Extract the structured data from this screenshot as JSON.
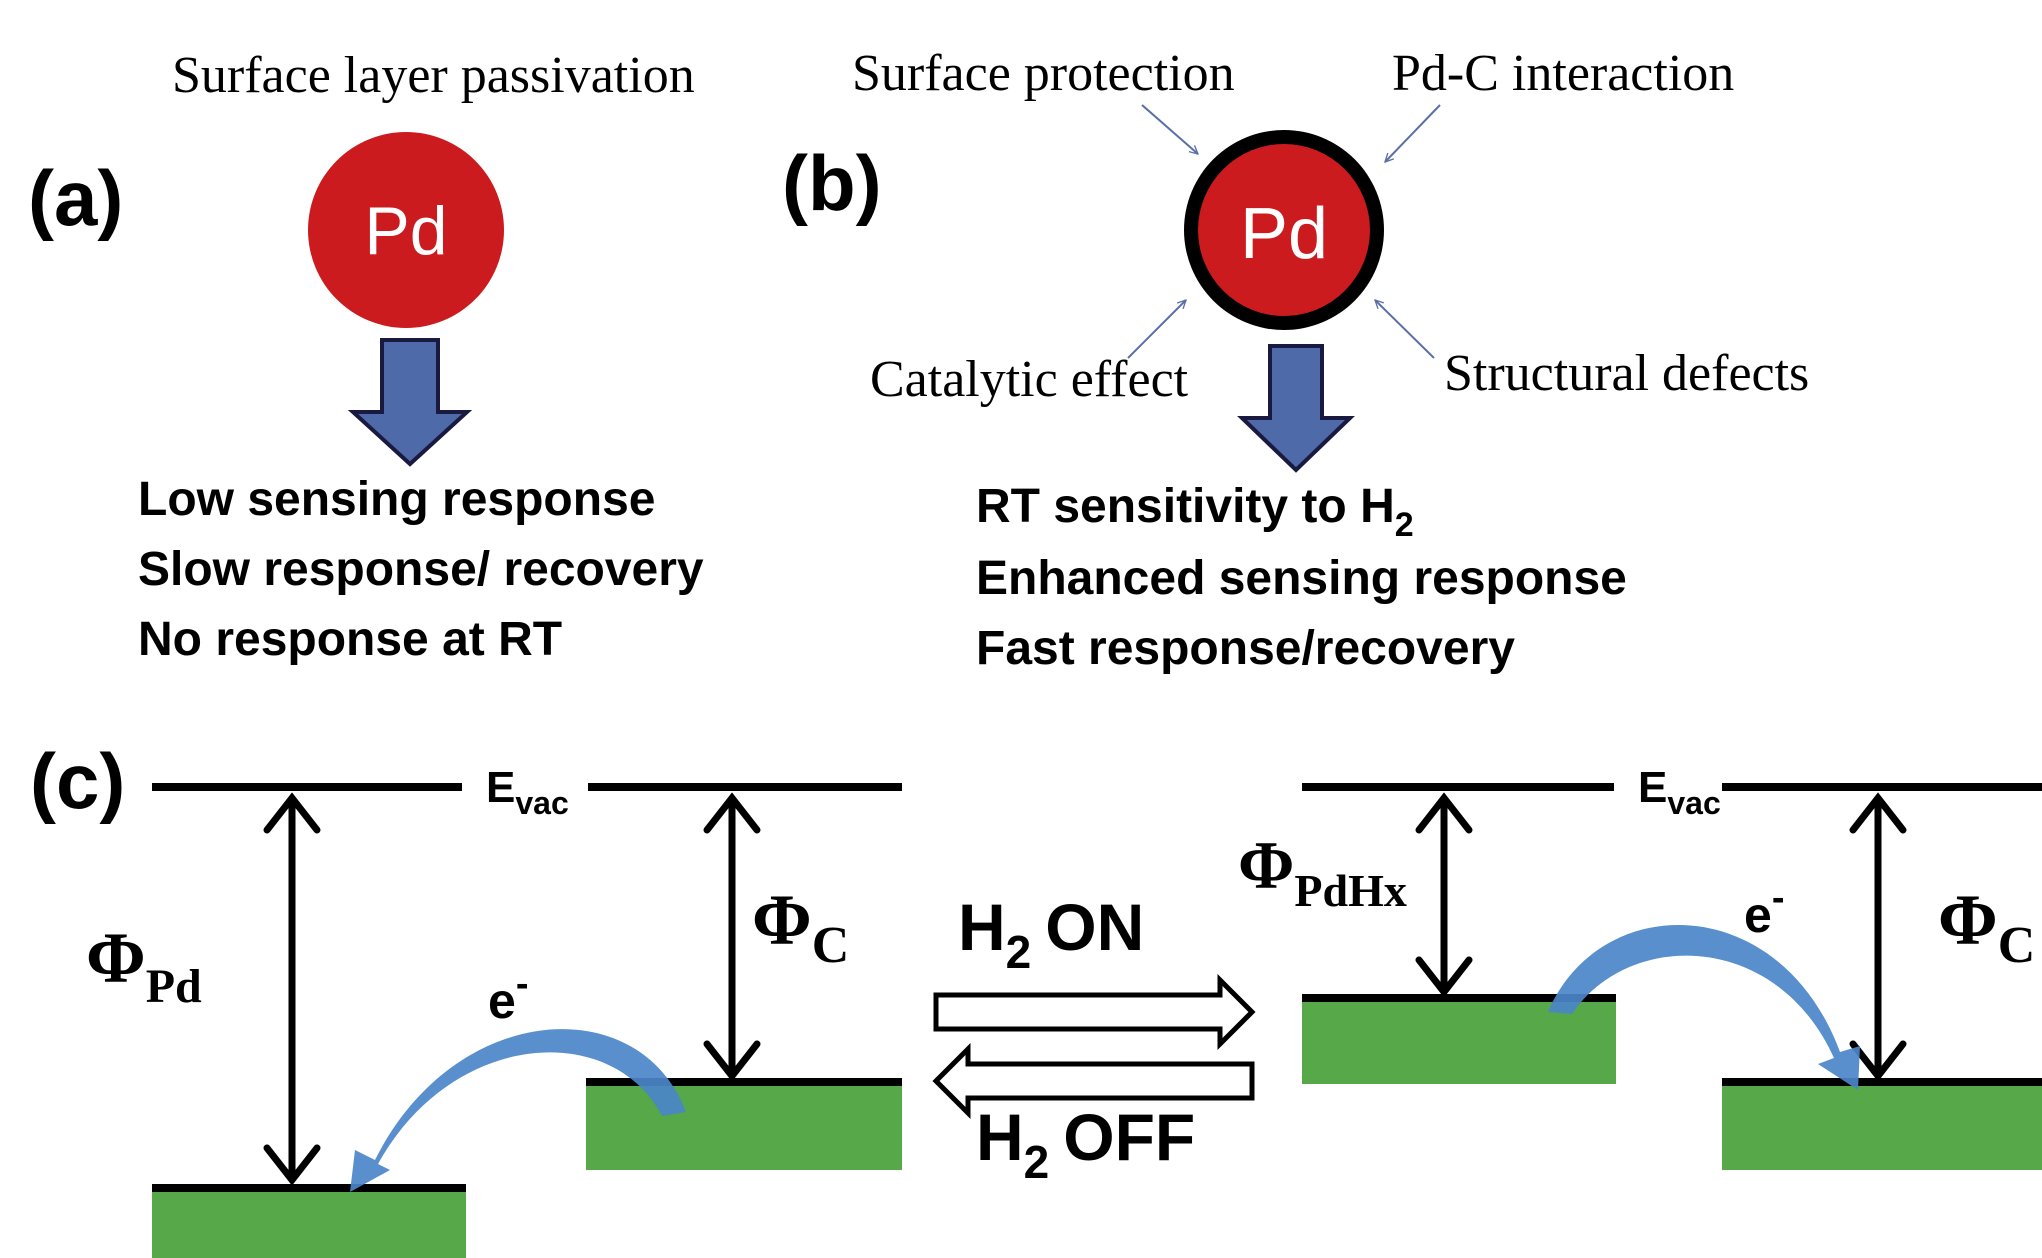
{
  "panel_a": {
    "label": "(a)",
    "caption": "Surface layer passivation",
    "particle": "Pd",
    "results": [
      "Low sensing response",
      "Slow response/ recovery",
      "No response at RT"
    ]
  },
  "panel_b": {
    "label": "(b)",
    "particle": "Pd",
    "annotations": {
      "surface_protection": "Surface protection",
      "pdc_interaction": "Pd-C interaction",
      "catalytic_effect": "Catalytic effect",
      "structural_defects": "Structural defects"
    },
    "result_1_main": "RT sensitivity to H",
    "result_1_sub": "2",
    "results": [
      "Enhanced sensing response",
      "Fast response/recovery"
    ]
  },
  "panel_c": {
    "label": "(c)",
    "evac_main": "E",
    "evac_sub": "vac",
    "phi": "Φ",
    "sub_pd": "Pd",
    "sub_c": "C",
    "sub_pdhx": "PdHx",
    "electron_main": "e",
    "electron_sup": "-",
    "h2_main": "H",
    "h2_sub": "2",
    "on_text": "ON",
    "off_text": "OFF"
  },
  "colors": {
    "pd_red": "#cc1b1f",
    "arrow_blue": "#4f6aa8",
    "band_green": "#56a848",
    "curve_blue": "#4a86c8",
    "thin_arrow": "#5a6fa8",
    "ink": "#000000",
    "white": "#ffffff"
  }
}
